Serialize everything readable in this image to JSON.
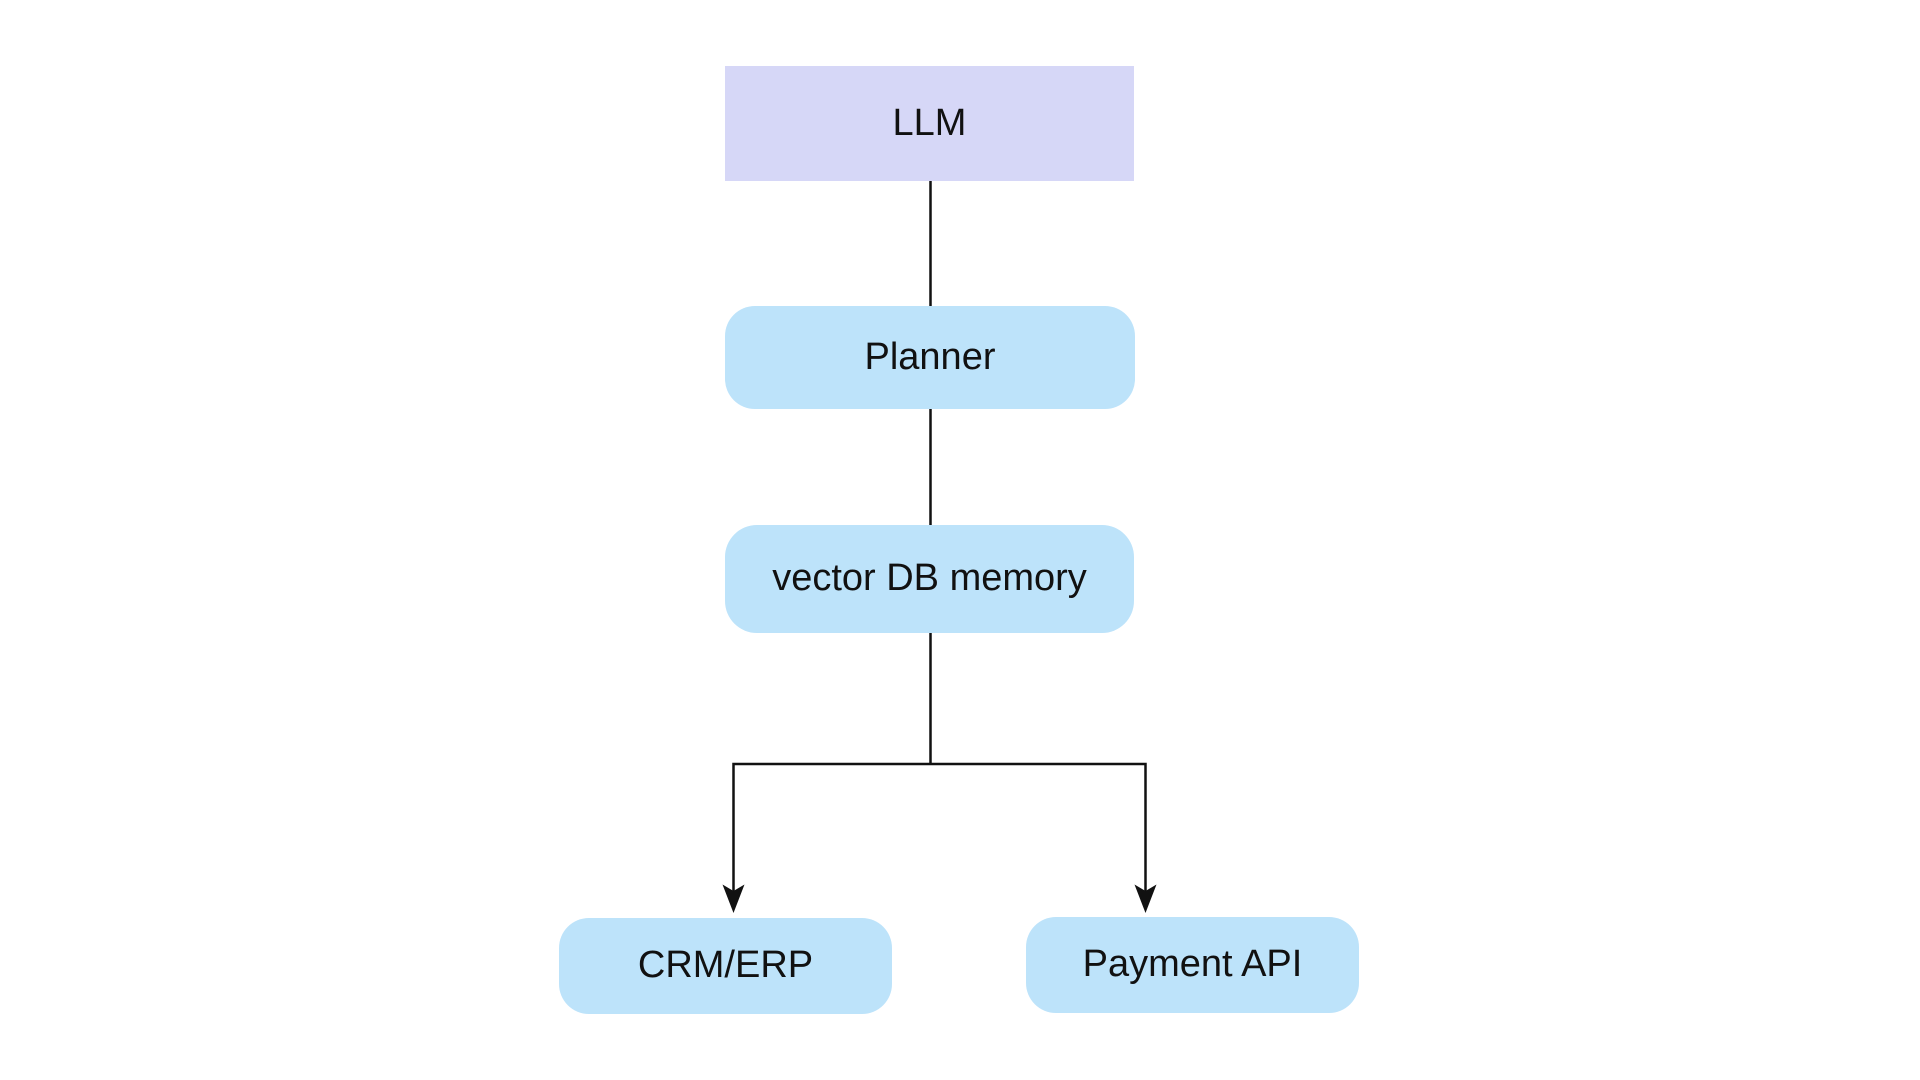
{
  "diagram": {
    "background_color": "#ffffff",
    "connector_color": "#111111",
    "text_color": "#111111",
    "nodes": {
      "llm": {
        "label": "LLM",
        "shape": "rectangle",
        "fill": "#d6d7f7"
      },
      "planner": {
        "label": "Planner",
        "shape": "rounded",
        "fill": "#bde3fa"
      },
      "vector_db": {
        "label": "vector DB memory",
        "shape": "rounded",
        "fill": "#bde3fa"
      },
      "crm_erp": {
        "label": "CRM/ERP",
        "shape": "rounded",
        "fill": "#bde3fa"
      },
      "payment_api": {
        "label": "Payment API",
        "shape": "rounded",
        "fill": "#bde3fa"
      }
    },
    "edges": [
      {
        "from": "LLM",
        "to": "Planner",
        "arrow": false
      },
      {
        "from": "Planner",
        "to": "vector DB memory",
        "arrow": false
      },
      {
        "from": "vector DB memory",
        "to": "CRM/ERP",
        "arrow": true
      },
      {
        "from": "vector DB memory",
        "to": "Payment API",
        "arrow": true
      }
    ]
  }
}
